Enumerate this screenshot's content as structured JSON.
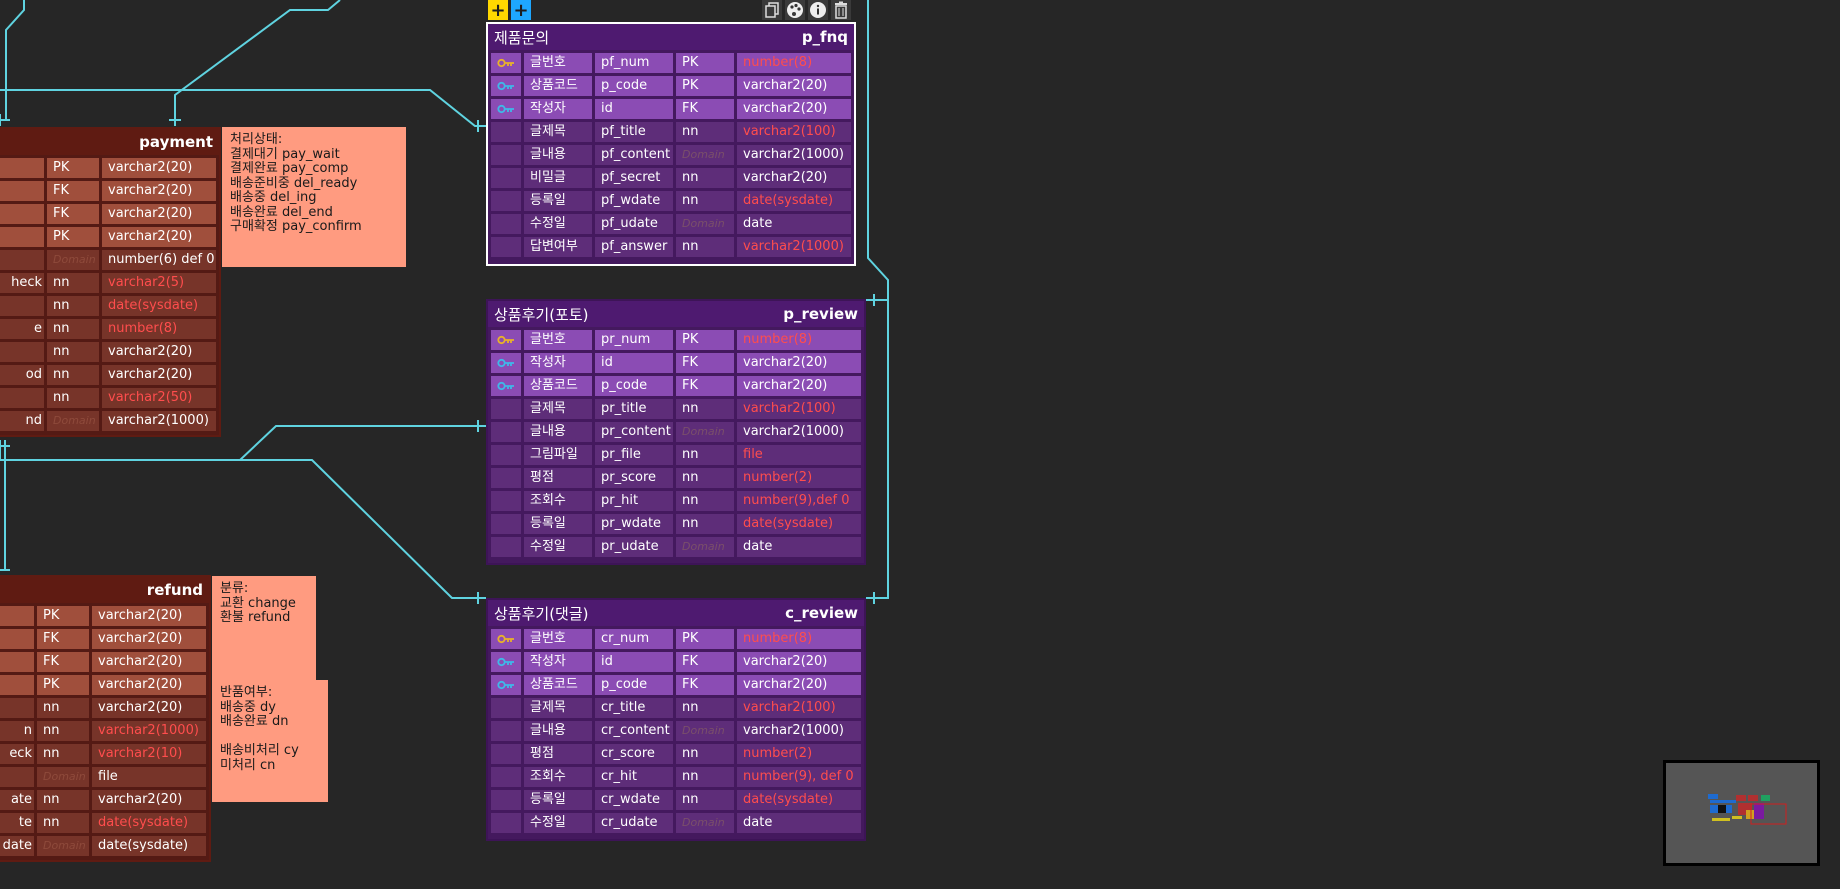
{
  "colors": {
    "background": "#262626",
    "line": "#5fd3e0",
    "purple_table": "#4e1a70",
    "red_table": "#5f1b12",
    "note": "#ff9b80",
    "highlight_type": "#ff4d4d"
  },
  "toolbar": {
    "add_yellow": "+",
    "add_blue": "+",
    "icons": [
      "copy-icon",
      "palette-icon",
      "info-icon",
      "trash-icon"
    ]
  },
  "tables": {
    "p_fnq": {
      "title": "제품문의",
      "code": "p_fnq",
      "rows": [
        {
          "icon": "gold",
          "lname": "글번호",
          "pname": "pf_num",
          "cons": "PK",
          "type": "number(8)",
          "hl": true
        },
        {
          "icon": "blue",
          "lname": "상품코드",
          "pname": "p_code",
          "cons": "PK",
          "type": "varchar2(20)"
        },
        {
          "icon": "blue",
          "lname": "작성자",
          "pname": "id",
          "cons": "FK",
          "type": "varchar2(20)"
        },
        {
          "icon": "",
          "lname": "글제목",
          "pname": "pf_title",
          "cons": "nn",
          "type": "varchar2(100)",
          "hl": true
        },
        {
          "icon": "",
          "lname": "글내용",
          "pname": "pf_content",
          "cons": "Domain",
          "type": "varchar2(1000)"
        },
        {
          "icon": "",
          "lname": "비밀글",
          "pname": "pf_secret",
          "cons": "nn",
          "type": "varchar2(20)"
        },
        {
          "icon": "",
          "lname": "등록일",
          "pname": "pf_wdate",
          "cons": "nn",
          "type": "date(sysdate)",
          "hl": true
        },
        {
          "icon": "",
          "lname": "수정일",
          "pname": "pf_udate",
          "cons": "Domain",
          "type": "date"
        },
        {
          "icon": "",
          "lname": "답변여부",
          "pname": "pf_answer",
          "cons": "nn",
          "type": "varchar2(1000)",
          "hl": true
        }
      ]
    },
    "p_review": {
      "title": "상품후기(포토)",
      "code": "p_review",
      "rows": [
        {
          "icon": "gold",
          "lname": "글번호",
          "pname": "pr_num",
          "cons": "PK",
          "type": "number(8)",
          "hl": true
        },
        {
          "icon": "blue",
          "lname": "작성자",
          "pname": "id",
          "cons": "FK",
          "type": "varchar2(20)"
        },
        {
          "icon": "blue",
          "lname": "상품코드",
          "pname": "p_code",
          "cons": "FK",
          "type": "varchar2(20)"
        },
        {
          "icon": "",
          "lname": "글제목",
          "pname": "pr_title",
          "cons": "nn",
          "type": "varchar2(100)",
          "hl": true
        },
        {
          "icon": "",
          "lname": "글내용",
          "pname": "pr_content",
          "cons": "Domain",
          "type": "varchar2(1000)"
        },
        {
          "icon": "",
          "lname": "그림파일",
          "pname": "pr_file",
          "cons": "nn",
          "type": "file",
          "hl": true
        },
        {
          "icon": "",
          "lname": "평점",
          "pname": "pr_score",
          "cons": "nn",
          "type": "number(2)",
          "hl": true
        },
        {
          "icon": "",
          "lname": "조회수",
          "pname": "pr_hit",
          "cons": "nn",
          "type": "number(9),def 0",
          "hl": true
        },
        {
          "icon": "",
          "lname": "등록일",
          "pname": "pr_wdate",
          "cons": "nn",
          "type": "date(sysdate)",
          "hl": true
        },
        {
          "icon": "",
          "lname": "수정일",
          "pname": "pr_udate",
          "cons": "Domain",
          "type": "date"
        }
      ]
    },
    "c_review": {
      "title": "상품후기(댓글)",
      "code": "c_review",
      "rows": [
        {
          "icon": "gold",
          "lname": "글번호",
          "pname": "cr_num",
          "cons": "PK",
          "type": "number(8)",
          "hl": true
        },
        {
          "icon": "blue",
          "lname": "작성자",
          "pname": "id",
          "cons": "FK",
          "type": "varchar2(20)"
        },
        {
          "icon": "blue",
          "lname": "상품코드",
          "pname": "p_code",
          "cons": "FK",
          "type": "varchar2(20)"
        },
        {
          "icon": "",
          "lname": "글제목",
          "pname": "cr_title",
          "cons": "nn",
          "type": "varchar2(100)",
          "hl": true
        },
        {
          "icon": "",
          "lname": "글내용",
          "pname": "cr_content",
          "cons": "Domain",
          "type": "varchar2(1000)"
        },
        {
          "icon": "",
          "lname": "평점",
          "pname": "cr_score",
          "cons": "nn",
          "type": "number(2)",
          "hl": true
        },
        {
          "icon": "",
          "lname": "조회수",
          "pname": "cr_hit",
          "cons": "nn",
          "type": "number(9), def 0",
          "hl": true
        },
        {
          "icon": "",
          "lname": "등록일",
          "pname": "cr_wdate",
          "cons": "nn",
          "type": "date(sysdate)",
          "hl": true
        },
        {
          "icon": "",
          "lname": "수정일",
          "pname": "cr_udate",
          "cons": "Domain",
          "type": "date"
        }
      ]
    },
    "payment": {
      "code": "payment",
      "rows": [
        {
          "pname": "",
          "cons": "PK",
          "type": "varchar2(20)",
          "key": true
        },
        {
          "pname": "",
          "cons": "FK",
          "type": "varchar2(20)",
          "key": true
        },
        {
          "pname": "",
          "cons": "FK",
          "type": "varchar2(20)",
          "key": true
        },
        {
          "pname": "",
          "cons": "PK",
          "type": "varchar2(20)",
          "key": true
        },
        {
          "pname": "",
          "cons": "Domain",
          "type": "number(6) def 0"
        },
        {
          "pname": "heck",
          "cons": "nn",
          "type": "varchar2(5)",
          "hl": true
        },
        {
          "pname": "",
          "cons": "nn",
          "type": "date(sysdate)",
          "hl": true
        },
        {
          "pname": "e",
          "cons": "nn",
          "type": "number(8)",
          "hl": true
        },
        {
          "pname": "",
          "cons": "nn",
          "type": "varchar2(20)"
        },
        {
          "pname": "od",
          "cons": "nn",
          "type": "varchar2(20)"
        },
        {
          "pname": "",
          "cons": "nn",
          "type": "varchar2(50)",
          "hl": true
        },
        {
          "pname": "nd",
          "cons": "Domain",
          "type": "varchar2(1000)"
        }
      ]
    },
    "refund": {
      "code": "refund",
      "rows": [
        {
          "pname": "",
          "cons": "PK",
          "type": "varchar2(20)",
          "key": true
        },
        {
          "pname": "",
          "cons": "FK",
          "type": "varchar2(20)",
          "key": true
        },
        {
          "pname": "",
          "cons": "FK",
          "type": "varchar2(20)",
          "key": true
        },
        {
          "pname": "",
          "cons": "PK",
          "type": "varchar2(20)",
          "key": true
        },
        {
          "pname": "",
          "cons": "nn",
          "type": "varchar2(20)"
        },
        {
          "pname": "n",
          "cons": "nn",
          "type": "varchar2(1000)",
          "hl": true
        },
        {
          "pname": "eck",
          "cons": "nn",
          "type": "varchar2(10)",
          "hl": true
        },
        {
          "pname": "",
          "cons": "Domain",
          "type": "file"
        },
        {
          "pname": "ate",
          "cons": "nn",
          "type": "varchar2(20)"
        },
        {
          "pname": "te",
          "cons": "nn",
          "type": "date(sysdate)",
          "hl": true
        },
        {
          "pname": "date",
          "cons": "Domain",
          "type": "date(sysdate)"
        }
      ]
    }
  },
  "notes": {
    "payment_status": "처리상태:\n결제대기 pay_wait\n결제완료 pay_comp\n배송준비중 del_ready\n배송중 del_ing\n배송완료 del_end\n구매확정 pay_confirm",
    "refund_type": "분류:\n교환 change\n환불 refund",
    "refund_return": "반품여부:\n배송중 dy\n배송완료 dn\n\n배송비처리 cy\n미처리 cn"
  }
}
